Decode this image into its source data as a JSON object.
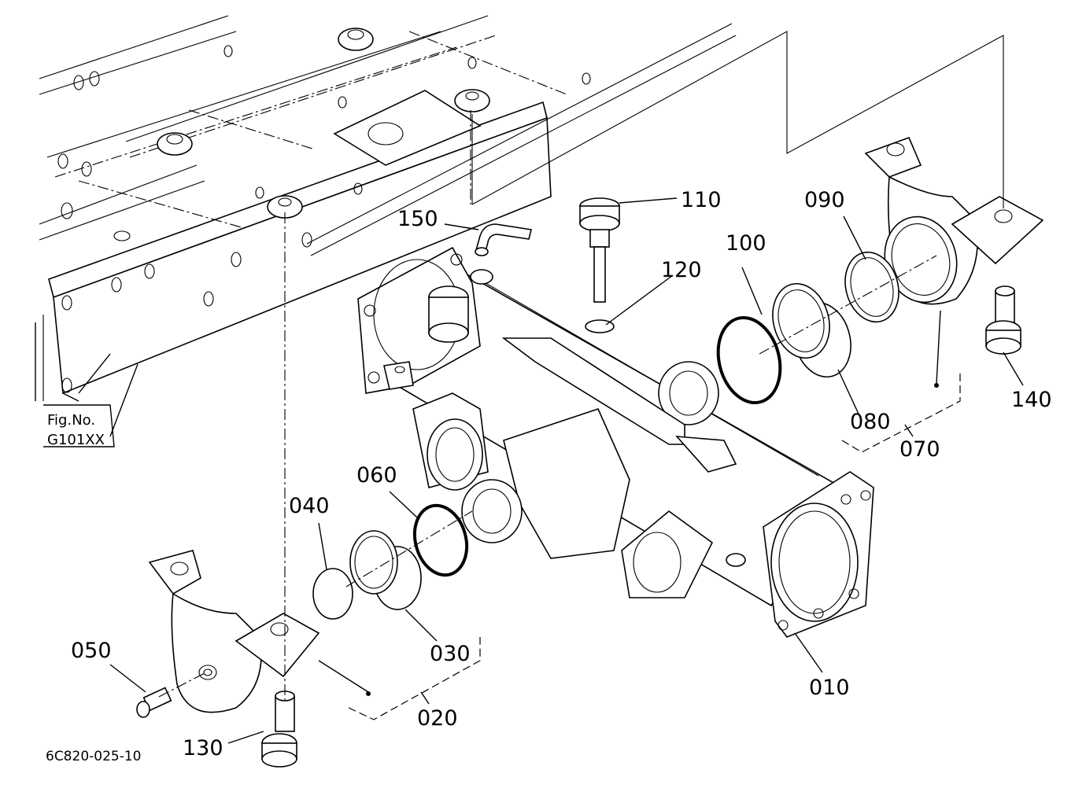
{
  "figure_ref": {
    "line1": "Fig.No.",
    "line2": "G101XX"
  },
  "drawing_number": "6C820-025-10",
  "callouts": [
    {
      "id": "010",
      "label": "010"
    },
    {
      "id": "020",
      "label": "020"
    },
    {
      "id": "030",
      "label": "030"
    },
    {
      "id": "040",
      "label": "040"
    },
    {
      "id": "050",
      "label": "050"
    },
    {
      "id": "060",
      "label": "060"
    },
    {
      "id": "070",
      "label": "070"
    },
    {
      "id": "080",
      "label": "080"
    },
    {
      "id": "090",
      "label": "090"
    },
    {
      "id": "100",
      "label": "100"
    },
    {
      "id": "110",
      "label": "110"
    },
    {
      "id": "120",
      "label": "120"
    },
    {
      "id": "130",
      "label": "130"
    },
    {
      "id": "140",
      "label": "140"
    },
    {
      "id": "150",
      "label": "150"
    }
  ]
}
